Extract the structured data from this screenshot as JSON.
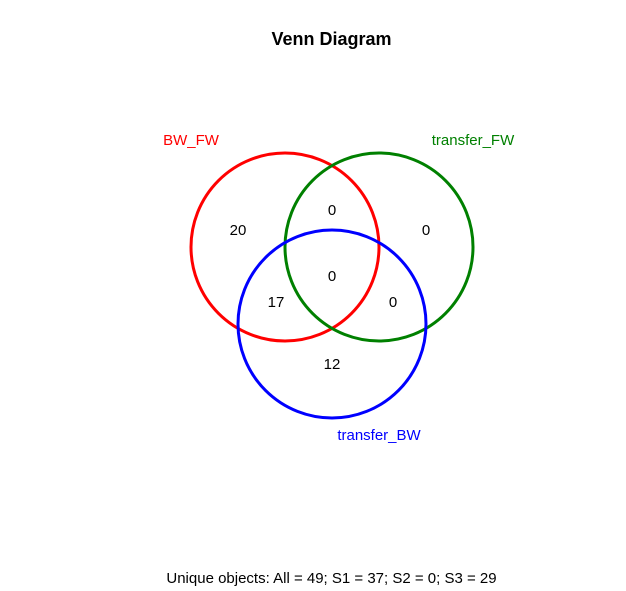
{
  "title": "Venn Diagram",
  "sets": [
    {
      "key": "S1",
      "name": "BW_FW",
      "color": "#ff0000"
    },
    {
      "key": "S2",
      "name": "transfer_FW",
      "color": "#008000"
    },
    {
      "key": "S3",
      "name": "transfer_BW",
      "color": "#0000ff"
    }
  ],
  "regions": {
    "only_BW_FW": "20",
    "only_transfer_FW": "0",
    "only_transfer_BW": "12",
    "BW_FW_and_transfer_FW": "0",
    "BW_FW_and_transfer_BW": "17",
    "transfer_FW_and_transfer_BW": "0",
    "all_three": "0"
  },
  "footer": "Unique objects: All = 49; S1 = 37; S2 = 0; S3 = 29"
}
